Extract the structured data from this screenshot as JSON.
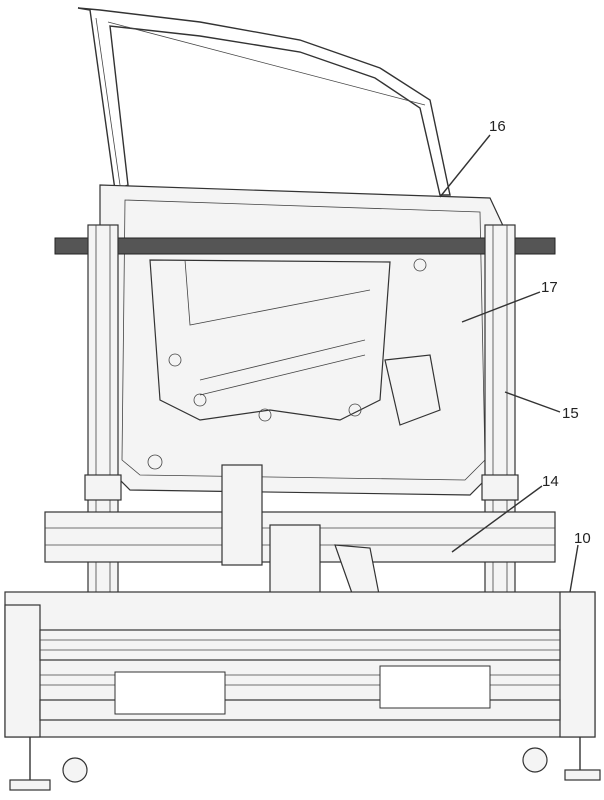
{
  "figure": {
    "labels": [
      {
        "id": "door-window-frame",
        "text": "16"
      },
      {
        "id": "door-inner-panel",
        "text": "17"
      },
      {
        "id": "upright-column",
        "text": "15"
      },
      {
        "id": "cross-beam-fixture",
        "text": "14"
      },
      {
        "id": "base-frame",
        "text": "10"
      }
    ]
  }
}
